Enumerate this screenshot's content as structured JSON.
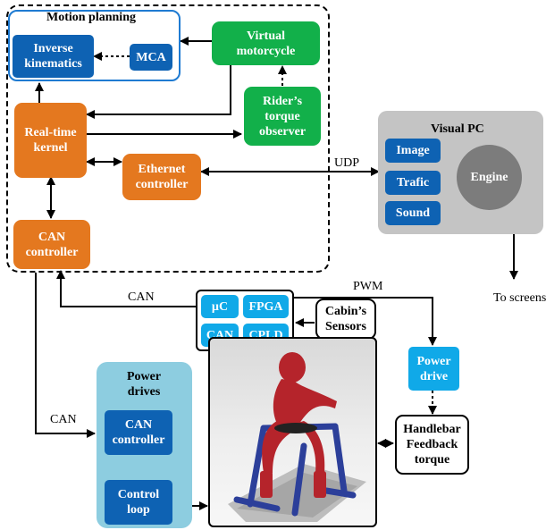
{
  "main": {
    "motion_planning": "Motion planning",
    "inverse_kinematics": "Inverse\nkinematics",
    "mca": "MCA",
    "virtual_motorcycle": "Virtual\nmotorcycle",
    "riders_torque_observer": "Rider’s\ntorque\nobserver",
    "real_time_kernel": "Real-time\nkernel",
    "ethernet_controller": "Ethernet\ncontroller",
    "can_controller": "CAN\ncontroller"
  },
  "visual_pc": {
    "title": "Visual PC",
    "image": "Image",
    "trafic": "Trafic",
    "sound": "Sound",
    "engine": "Engine"
  },
  "io_board": {
    "uc": "µC",
    "fpga": "FPGA",
    "can": "CAN",
    "cpld": "CPLD"
  },
  "cabins_sensors": "Cabin’s\nSensors",
  "power_drive": "Power\ndrive",
  "handlebar": "Handlebar\nFeedback\ntorque",
  "power_drives": {
    "title": "Power\ndrives",
    "can_controller": "CAN\ncontroller",
    "control_loop": "Control\nloop"
  },
  "labels": {
    "udp": "UDP",
    "pwm": "PWM",
    "can_top": "CAN",
    "can_left": "CAN",
    "to_screens": "To screens"
  },
  "colors": {
    "orange": "#e4781f",
    "green": "#12b04a",
    "dark_blue": "#0e62b3",
    "light_blue": "#10a9e8",
    "visual_pc_gray": "#c4c4c4",
    "power_drives_bg": "#8dcde0"
  }
}
